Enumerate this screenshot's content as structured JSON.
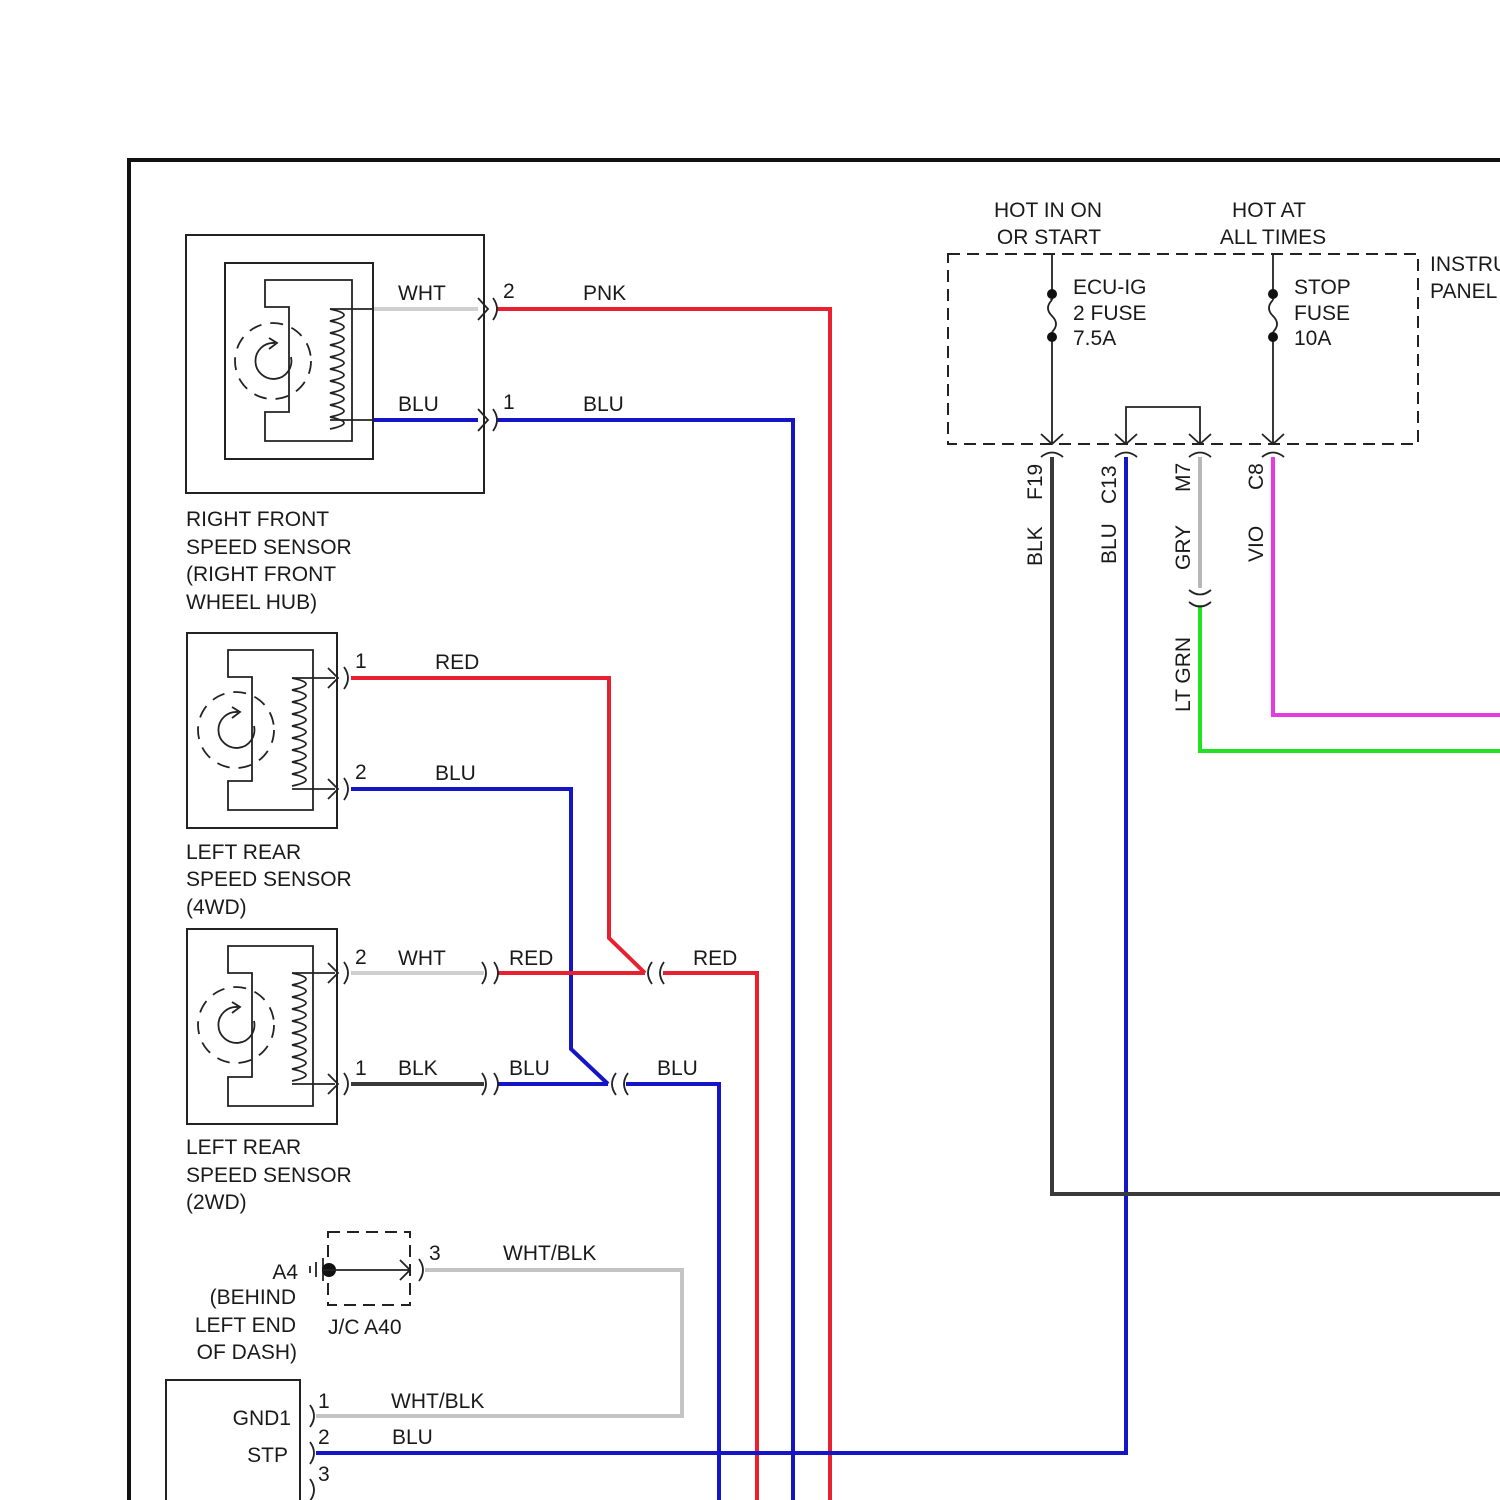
{
  "colors": {
    "pnk": "#e8202f",
    "red": "#e8202f",
    "blu": "#1515c8",
    "wht": "#cfcfcf",
    "blk": "#3a3a3a",
    "gry": "#b8b8b8",
    "vio": "#e43be4",
    "ltgrn": "#22e022",
    "whtblk": "#c4c4c4"
  },
  "power": {
    "hot_on": [
      "HOT IN ON",
      "OR START"
    ],
    "hot_all": [
      "HOT AT",
      "ALL TIMES"
    ],
    "panel": [
      "INSTRU",
      "PANEL"
    ],
    "fuse1": [
      "ECU-IG",
      "2 FUSE",
      "7.5A"
    ],
    "fuse2": [
      "STOP",
      "FUSE",
      "10A"
    ],
    "pins": [
      "F19",
      "C13",
      "M7",
      "C8"
    ],
    "wires": [
      "BLK",
      "BLU",
      "GRY",
      "VIO",
      "LT GRN"
    ]
  },
  "rf_sensor": {
    "label": [
      "RIGHT FRONT",
      "SPEED SENSOR",
      "(RIGHT FRONT",
      "WHEEL HUB)"
    ],
    "pin_top": "2",
    "pin_bot": "1",
    "wire_top_in": "WHT",
    "wire_top_out": "PNK",
    "wire_bot_in": "BLU",
    "wire_bot_out": "BLU"
  },
  "lr4_sensor": {
    "label": [
      "LEFT REAR",
      "SPEED SENSOR",
      "(4WD)"
    ],
    "pin_top": "1",
    "pin_bot": "2",
    "wire_top": "RED",
    "wire_bot": "BLU"
  },
  "lr2_sensor": {
    "label": [
      "LEFT REAR",
      "SPEED SENSOR",
      "(2WD)"
    ],
    "pin_top": "2",
    "pin_bot": "1",
    "wire_top_in": "WHT",
    "wire_top_mid": "RED",
    "wire_top_out": "RED",
    "wire_bot_in": "BLK",
    "wire_bot_mid": "BLU",
    "wire_bot_out": "BLU"
  },
  "ground": {
    "label": [
      "A4",
      "(BEHIND",
      "LEFT END",
      "OF DASH)"
    ],
    "jc": "J/C A40",
    "pin": "3",
    "wire": "WHT/BLK"
  },
  "ecu": {
    "pins": [
      "GND1",
      "STP"
    ],
    "pin_numbers": [
      "1",
      "2",
      "3"
    ],
    "wires": [
      "WHT/BLK",
      "BLU"
    ]
  }
}
